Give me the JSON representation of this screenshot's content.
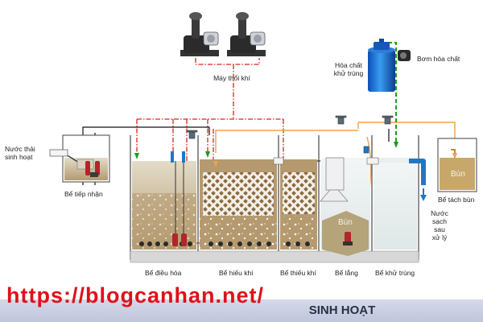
{
  "labels": {
    "blower": "Máy thổi khí",
    "chemical": "Hóa chất\nkhử trùng",
    "dosing_pump": "Bơm hóa chất",
    "influent": "Nước thải\nsinh hoạt",
    "receiving_tank": "Bể tiếp nhận",
    "equalization_tank": "Bể điều hòa",
    "aerobic_tank": "Bể hiếu khí",
    "anoxic_tank": "Bể thiếu khí",
    "settling_tank": "Bể lắng",
    "disinfection_tank": "Bể khử trùng",
    "sludge_tank": "Bể tách bùn",
    "sludge_settling": "Bùn",
    "sludge_storage": "Bùn",
    "effluent": "Nước\nsạch\nsau\nxử lý"
  },
  "watermark": "https://blogcanhan.net/",
  "title_visible": "SINH HOẠT",
  "colors": {
    "air_line": "#e02020",
    "sludge_line": "#f0a050",
    "water_line": "#111111",
    "chemical_line": "#1aa01a",
    "tank_wall": "#606060",
    "effluent_pipe": "#1e78c8",
    "watermark": "#e0101a"
  },
  "icons": [
    "blower-icon",
    "blower-icon",
    "chemical-drum-icon",
    "dosing-pump-icon",
    "submersible-pump-icon",
    "valve-icon",
    "arrow-down-icon"
  ]
}
